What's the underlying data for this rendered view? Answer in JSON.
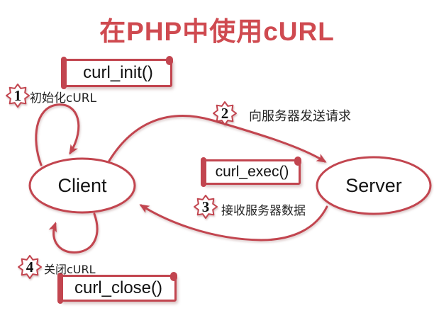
{
  "title": "在PHP中使用cURL",
  "nodes": {
    "client": "Client",
    "server": "Server"
  },
  "code_boxes": {
    "init": "curl_init()",
    "exec": "curl_exec()",
    "close": "curl_close()"
  },
  "steps": [
    {
      "num": "1",
      "label": "初始化cURL"
    },
    {
      "num": "2",
      "label": "向服务器发送请求"
    },
    {
      "num": "3",
      "label": "接收服务器数据"
    },
    {
      "num": "4",
      "label": "关闭cURL"
    }
  ],
  "colors": {
    "accent_red": "#c2454f",
    "title_red": "#cf4a50",
    "text_black": "#111111",
    "background": "#ffffff"
  }
}
